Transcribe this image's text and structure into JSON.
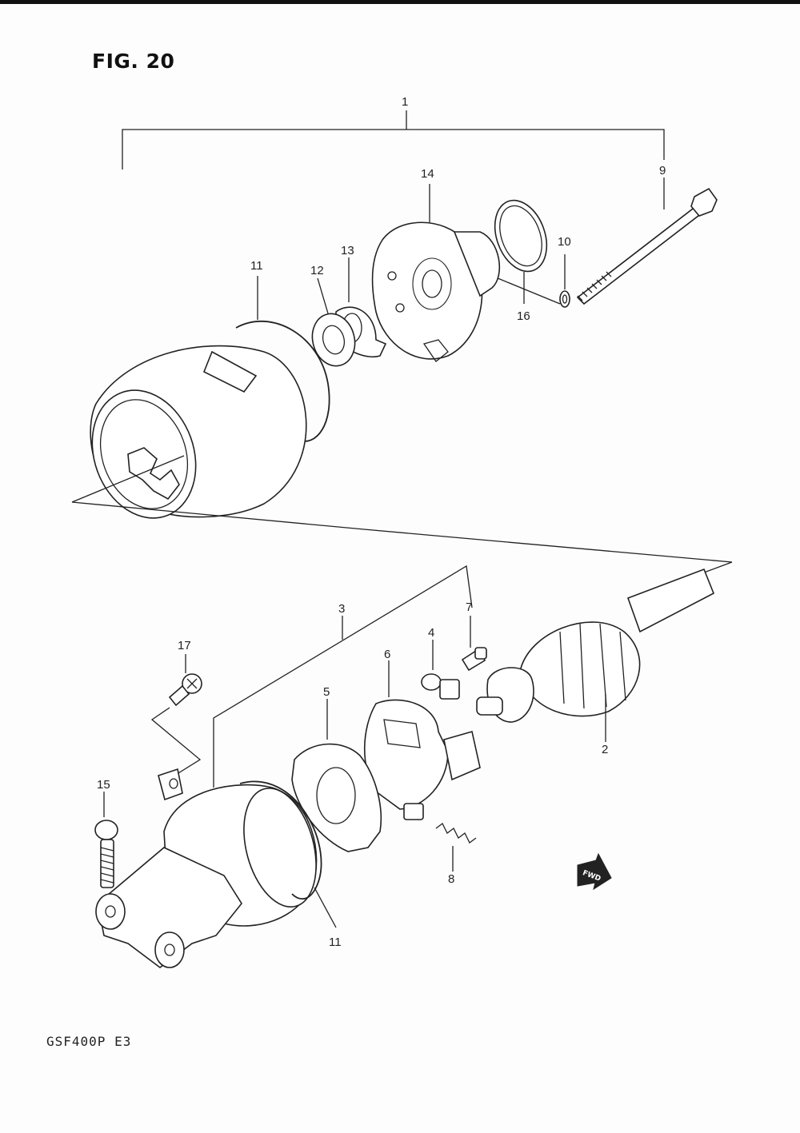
{
  "figure": {
    "title": "FIG. 20",
    "model_code": "GSF400P  E3",
    "fwd_label": "FWD"
  },
  "callouts": [
    {
      "id": "callout-1",
      "label": "1"
    },
    {
      "id": "callout-9",
      "label": "9"
    },
    {
      "id": "callout-14",
      "label": "14"
    },
    {
      "id": "callout-10",
      "label": "10"
    },
    {
      "id": "callout-16",
      "label": "16"
    },
    {
      "id": "callout-11-top",
      "label": "11"
    },
    {
      "id": "callout-12",
      "label": "12"
    },
    {
      "id": "callout-13",
      "label": "13"
    },
    {
      "id": "callout-3",
      "label": "3"
    },
    {
      "id": "callout-7",
      "label": "7"
    },
    {
      "id": "callout-4",
      "label": "4"
    },
    {
      "id": "callout-6",
      "label": "6"
    },
    {
      "id": "callout-5",
      "label": "5"
    },
    {
      "id": "callout-17",
      "label": "17"
    },
    {
      "id": "callout-2",
      "label": "2"
    },
    {
      "id": "callout-15",
      "label": "15"
    },
    {
      "id": "callout-8",
      "label": "8"
    },
    {
      "id": "callout-11-bottom",
      "label": "11"
    }
  ]
}
